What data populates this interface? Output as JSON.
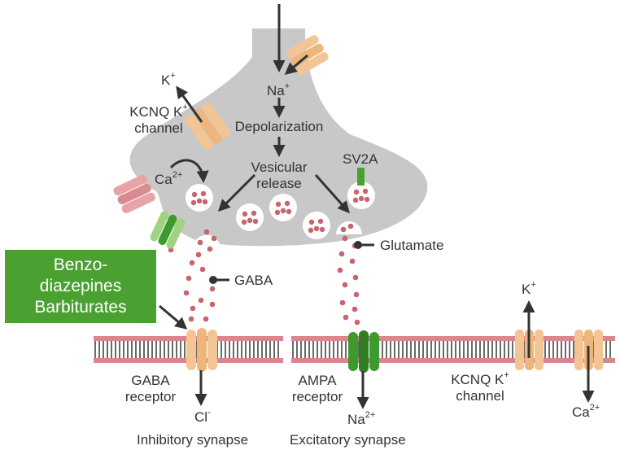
{
  "labels": {
    "k_top": "K",
    "k_top_sup": "+",
    "kcnq_pre_line1_a": "KCNQ K",
    "kcnq_pre_line1_sup": "+",
    "kcnq_pre_line2": "channel",
    "na_top": "Na",
    "na_top_sup": "+",
    "depolarization": "Depolarization",
    "vesicular_line1": "Vesicular",
    "vesicular_line2": "release",
    "sv2a": "SV2A",
    "ca_pre": "Ca",
    "ca_pre_sup": "2+",
    "glutamate": "Glutamate",
    "gaba": "GABA",
    "gaba_receptor_line1": "GABA",
    "gaba_receptor_line2": "receptor",
    "cl": "Cl",
    "cl_sup": "-",
    "inhibitory": "Inhibitory synapse",
    "ampa_line1": "AMPA",
    "ampa_line2": "receptor",
    "na_post": "Na",
    "na_post_sup": "2+",
    "excitatory": "Excitatory synapse",
    "k_post": "K",
    "k_post_sup": "+",
    "kcnq_post_line1_a": "KCNQ K",
    "kcnq_post_line1_sup": "+",
    "kcnq_post_line2": "channel",
    "ca_post": "Ca",
    "ca_post_sup": "2+"
  },
  "drug_box": {
    "line1": "Benzo-",
    "line2": "diazepines",
    "line3": "Barbiturates"
  },
  "colors": {
    "terminal": "#c8c8c8",
    "vesicle_dot": "#c9646b",
    "drug_box": "#4aa132",
    "channel_orange": "#f4c594",
    "channel_green": "#3f9a2e",
    "channel_pink": "#e8a3a6",
    "arrow": "#333333"
  }
}
